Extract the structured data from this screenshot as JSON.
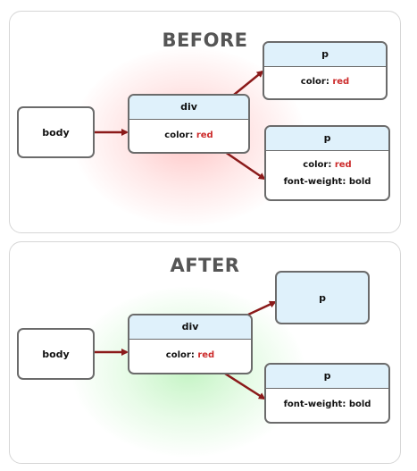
{
  "colors": {
    "accent_red": "#cc2b2b",
    "header_blue": "#dff1fb",
    "arrow": "#8b1a1a"
  },
  "before": {
    "title": "BEFORE",
    "body_label": "body",
    "div": {
      "title": "div",
      "prop": "color: ",
      "value": "red"
    },
    "p_top": {
      "title": "p",
      "prop": "color: ",
      "value": "red"
    },
    "p_bottom": {
      "title": "p",
      "prop": "color: ",
      "value": "red",
      "prop2": "font-weight: bold"
    }
  },
  "after": {
    "title": "AFTER",
    "body_label": "body",
    "div": {
      "title": "div",
      "prop": "color: ",
      "value": "red"
    },
    "p_top": {
      "title": "p"
    },
    "p_bottom": {
      "title": "p",
      "prop2": "font-weight: bold"
    }
  }
}
